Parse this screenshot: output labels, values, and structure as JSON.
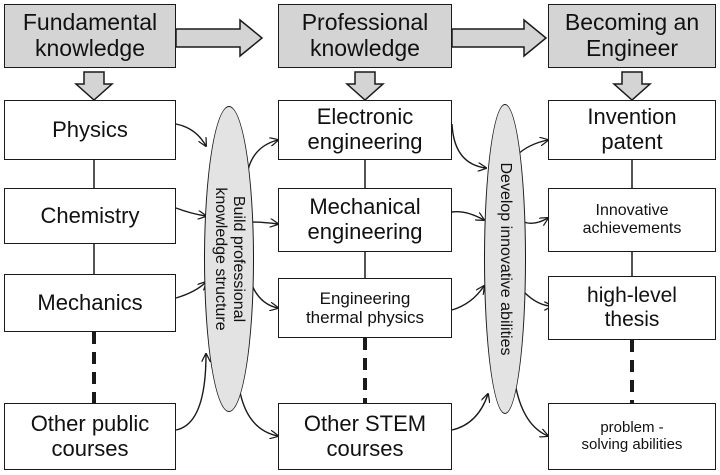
{
  "headers": {
    "fundamental": "Fundamental\nknowledge",
    "professional": "Professional\nknowledge",
    "engineer": "Becoming an\nEngineer"
  },
  "column1": [
    "Physics",
    "Chemistry",
    "Mechanics",
    "Other public\ncourses"
  ],
  "column2": [
    "Electronic\nengineering",
    "Mechanical\nengineering",
    "Engineering\nthermal physics",
    "Other STEM\ncourses"
  ],
  "column3": [
    "Invention\npatent",
    "Innovative\nachievements",
    "high-level\nthesis",
    "problem -\nsolving abilities"
  ],
  "ellipse1": "Build professional\nknowledge structure",
  "ellipse2": "Develop innovative abilities",
  "colors": {
    "header_fill": "#d4d4d4",
    "ellipse_fill": "#e3e3e3",
    "stroke": "#1a1a1a"
  }
}
